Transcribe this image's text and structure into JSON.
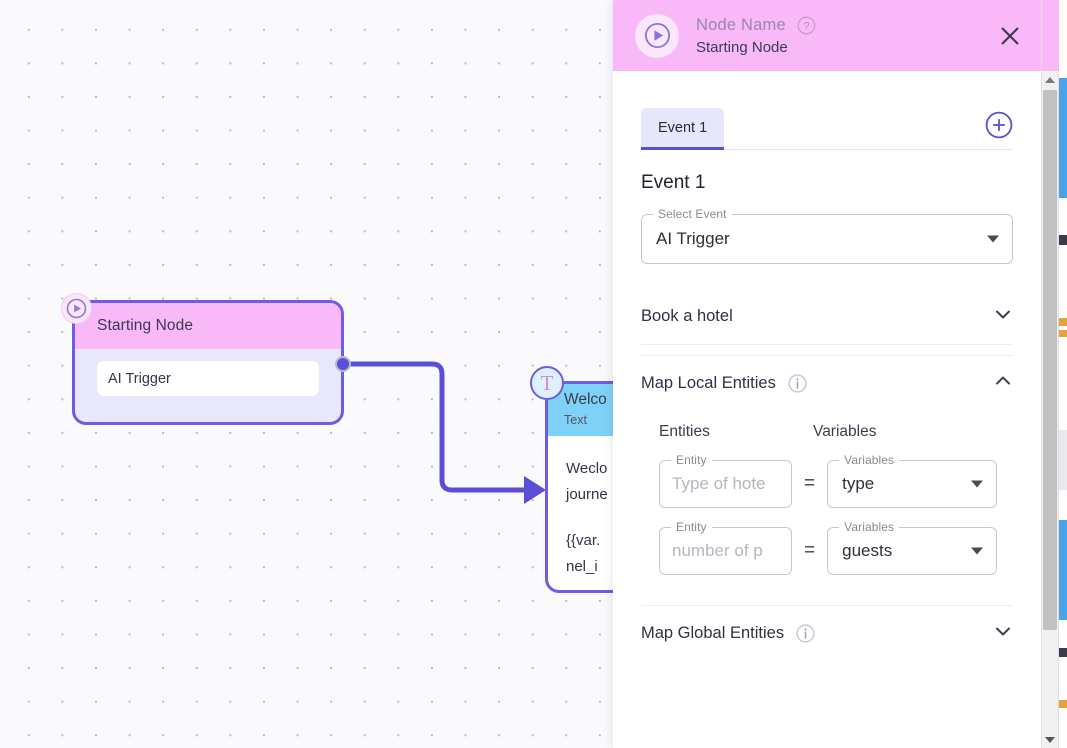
{
  "canvas": {
    "nodes": [
      {
        "id": "starting-node",
        "badge_icon": "play-circle-icon",
        "header_title": "Starting Node",
        "card_text": "AI Trigger"
      },
      {
        "id": "text-node",
        "badge_icon": "text-t-icon",
        "badge_letter": "T",
        "header_title": "Welco",
        "header_subtitle": "Text",
        "body_line1": "Weclo",
        "body_line2": "journe",
        "body_line3": "{{var.",
        "body_line4": "nel_i"
      }
    ],
    "edge": {
      "color": "#5b4fd6",
      "arrow": "arrow-head"
    }
  },
  "panel": {
    "header": {
      "icon": "play-circle-icon",
      "node_name_label": "Node Name",
      "help_icon": "question-circle-icon",
      "subtitle": "Starting Node",
      "close_icon": "close-icon"
    },
    "tabs": [
      {
        "label": "Event 1",
        "active": true
      }
    ],
    "add_event_icon": "plus-circle-icon",
    "event_title": "Event 1",
    "select_event": {
      "legend": "Select Event",
      "value": "AI Trigger",
      "caret_icon": "caret-down-icon"
    },
    "accordions": [
      {
        "id": "book-a-hotel",
        "label": "Book a hotel",
        "expanded": false,
        "chevron_icon": "chevron-down-icon"
      },
      {
        "id": "map-local-entities",
        "label": "Map Local Entities",
        "expanded": true,
        "info_icon": "info-circle-icon",
        "chevron_icon": "chevron-up-icon"
      },
      {
        "id": "map-global-entities",
        "label": "Map Global Entities",
        "expanded": false,
        "info_icon": "info-circle-icon",
        "chevron_icon": "chevron-down-icon"
      }
    ],
    "map_local": {
      "col_entities": "Entities",
      "col_variables": "Variables",
      "rows": [
        {
          "entity_legend": "Entity",
          "entity_placeholder": "Type of hote",
          "equals": "=",
          "variable_legend": "Variables",
          "variable_value": "type",
          "caret_icon": "caret-down-icon"
        },
        {
          "entity_legend": "Entity",
          "entity_placeholder": "number of p",
          "equals": "=",
          "variable_legend": "Variables",
          "variable_value": "guests",
          "caret_icon": "caret-down-icon"
        }
      ]
    }
  },
  "scrollbar": {
    "up_icon": "scroll-up-arrow-icon",
    "down_icon": "scroll-down-arrow-icon"
  },
  "colors": {
    "accent_purple": "#5b4fd6",
    "header_pink": "#f9b8f8",
    "node_body_lavender": "#e8e7fb",
    "text_node_blue": "#7fd2f7",
    "canvas_bg": "#fafafd"
  }
}
